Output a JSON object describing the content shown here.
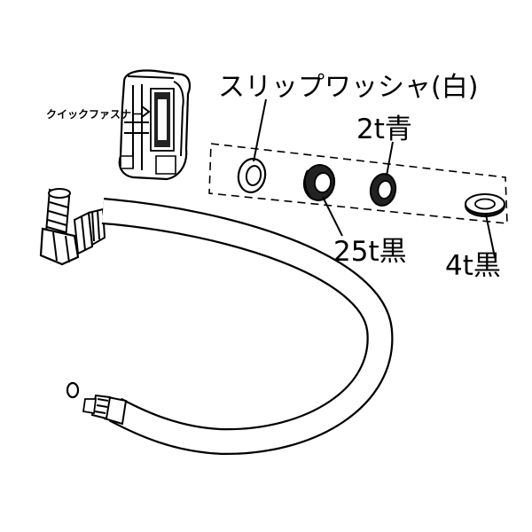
{
  "labels": {
    "slip_washer": "スリップワッシャ(白)",
    "blue_2t": "2t青",
    "black_25t": "25t黒",
    "black_4t": "4t黒",
    "quick_fastener": "クイックファスナー"
  }
}
